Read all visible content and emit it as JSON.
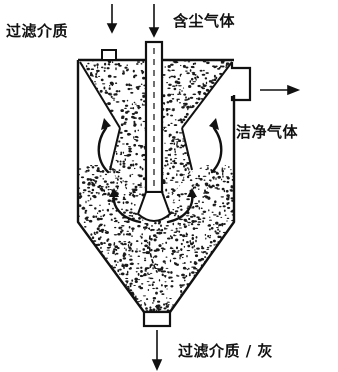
{
  "labels": {
    "filter_medium_in": "过滤介质",
    "dusty_gas_in": "含尘气体",
    "clean_gas_out": "洁净气体",
    "filter_medium_ash_out": "过滤介质 / 灰"
  },
  "colors": {
    "line": "#111111",
    "background": "#ffffff",
    "granule": "#1a1a1a"
  }
}
